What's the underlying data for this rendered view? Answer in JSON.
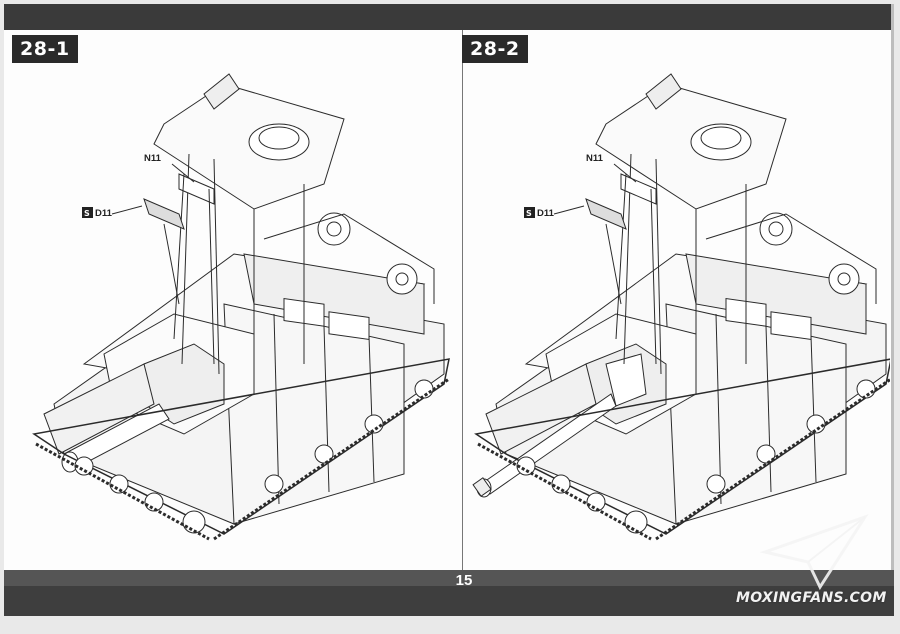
{
  "steps": [
    {
      "number": "28-1",
      "labels": {
        "n11": "N11",
        "d11": "D11"
      }
    },
    {
      "number": "28-2",
      "labels": {
        "n11": "N11",
        "d11": "D11"
      }
    }
  ],
  "page_number": "15",
  "watermark": "MOXINGFANS.COM",
  "icons": {
    "part_marker": "sprue-marker-icon",
    "logo": "paper-plane-icon"
  },
  "colors": {
    "bar": "#3a3a3a",
    "paper": "#fdfdfd",
    "line": "#2b2b2b"
  }
}
